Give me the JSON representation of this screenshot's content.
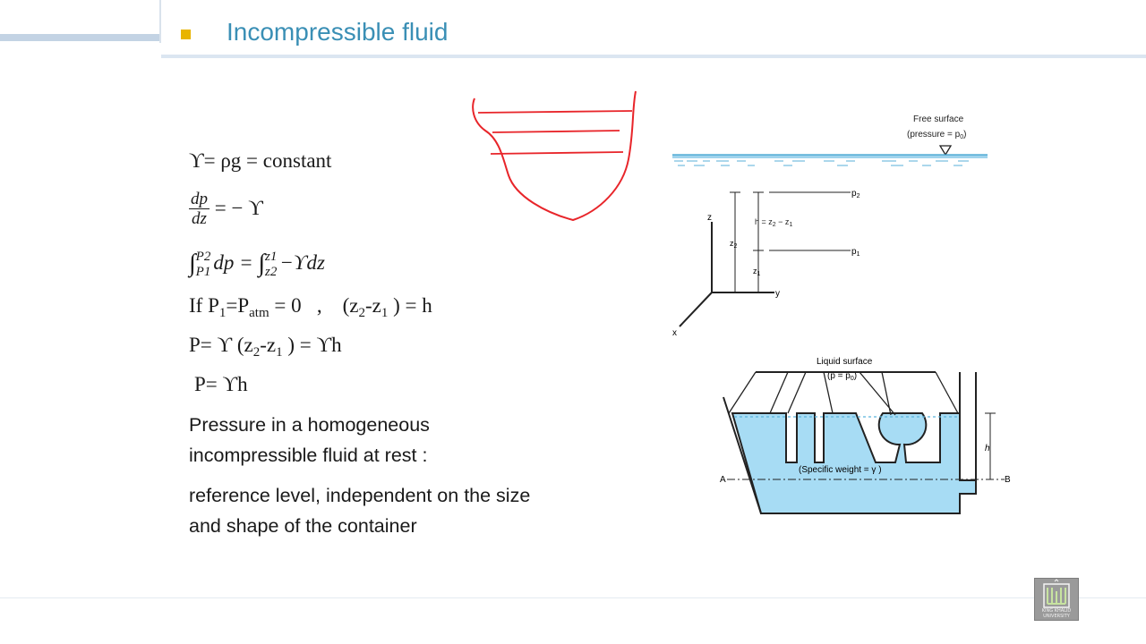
{
  "slide": {
    "title": "Incompressible fluid",
    "title_color": "#3a8fb5",
    "bullet_color": "#e8b400"
  },
  "equations": {
    "eq1": "ϒ= ρg = constant",
    "eq2": {
      "num": "dp",
      "den": "dz",
      "rhs": "= − ϒ"
    },
    "eq3": {
      "lower_left": "P1",
      "upper_left": "P2",
      "integrand_left": "dp =",
      "lower_right": "z2",
      "upper_right": "z1",
      "integrand_right": "−ϒdz"
    },
    "eq4": {
      "text_a": "If P",
      "sub1": "1",
      "text_b": "=P",
      "sub_atm": "atm",
      "text_c": " = 0   ,    (z",
      "sub2": "2",
      "text_d": "-z",
      "sub3": "1",
      "text_e": " ) = h"
    },
    "eq5": {
      "text_a": "P= ϒ (z",
      "sub2": "2",
      "text_b": "-z",
      "sub1": "1",
      "text_c": " ) = ϒh"
    },
    "eq6": "P= ϒh"
  },
  "paragraphs": [
    {
      "line1": "Pressure in a homogeneous",
      "line2": "incompressible fluid at rest :"
    },
    {
      "line1": "reference level, independent on the size",
      "line2": "and shape of the container"
    }
  ],
  "figure_top": {
    "free_surface": "Free surface",
    "pressure": "(pressure = p",
    "pressure_sub": "0",
    "pressure_close": ")",
    "p2": "p",
    "p2_sub": "2",
    "p1": "p",
    "p1_sub": "1",
    "h_eq": "h = z",
    "h_sub2": "2",
    "h_mid": " − z",
    "h_sub1": "1",
    "z_axis": "z",
    "y_axis": "y",
    "x_axis": "x",
    "z2": "z",
    "z2_sub": "2",
    "z1": "z",
    "z1_sub": "1",
    "water_color": "#9fd3ec"
  },
  "figure_bottom": {
    "liquid_surface": "Liquid surface",
    "p_eq": "(p = p",
    "p_eq_sub": "0",
    "p_eq_close": ")",
    "specific_weight": "(Specific weight = γ )",
    "label_a": "A",
    "label_b": "B",
    "label_h": "h",
    "liquid_color": "#a7dcf4"
  },
  "logo": {
    "caption": "KING KHALID UNIVERSITY"
  }
}
